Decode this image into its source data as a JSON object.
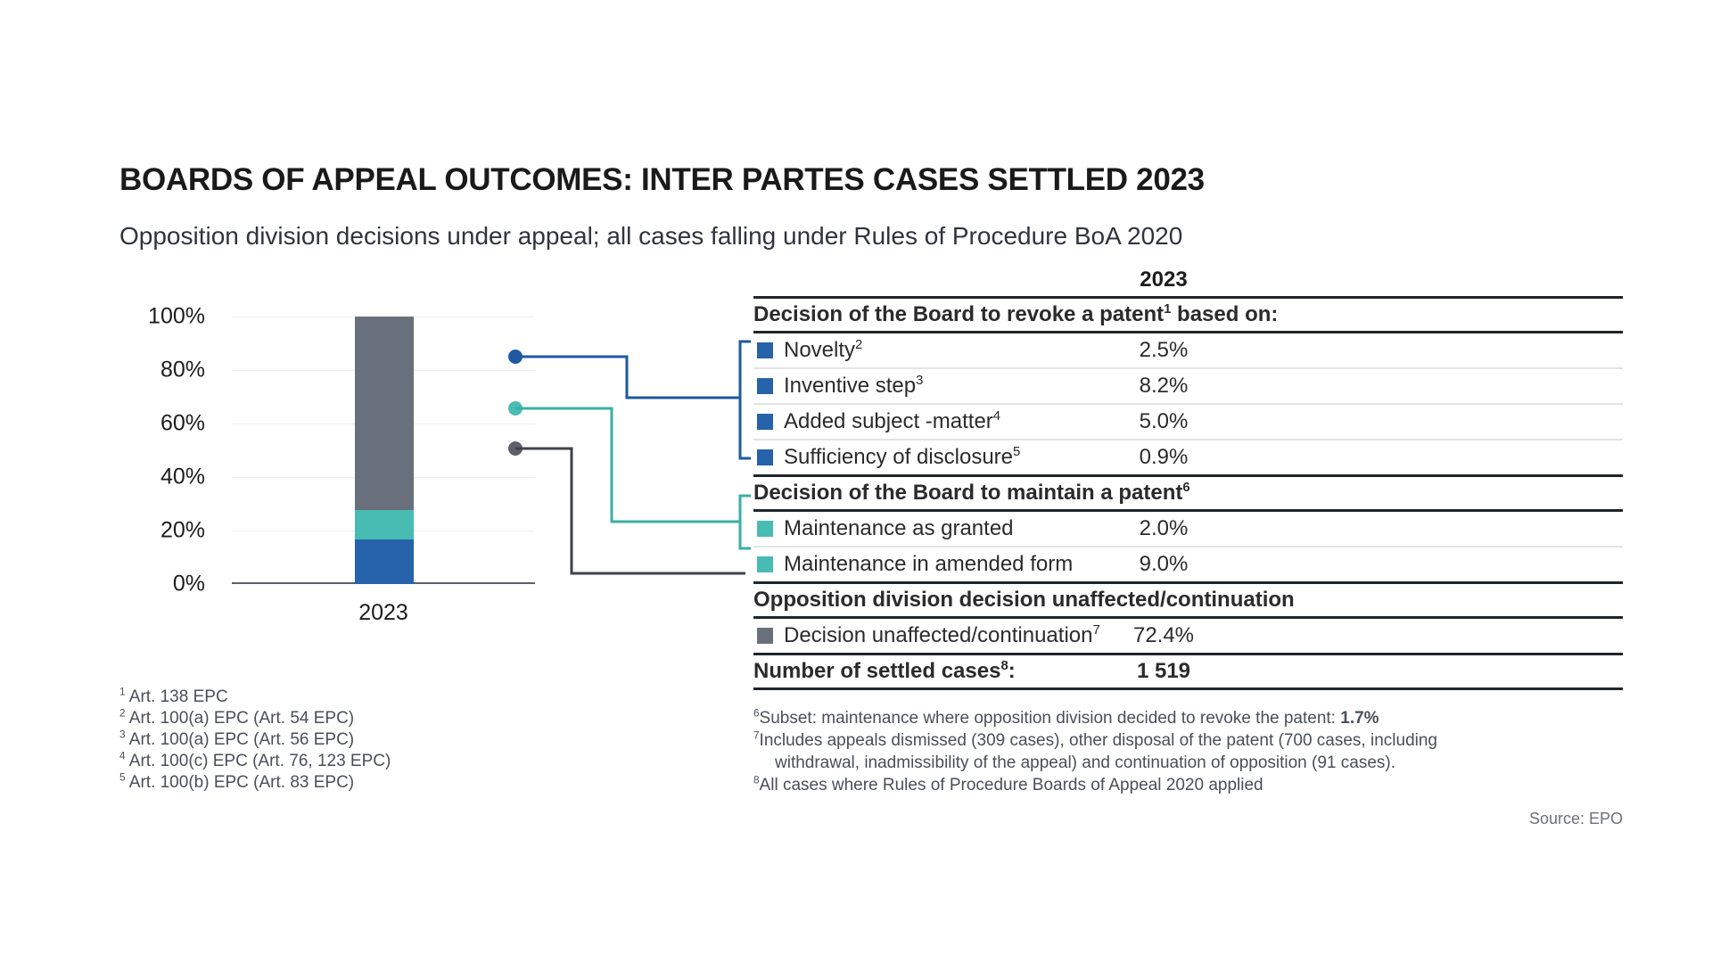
{
  "header": {
    "title": "BOARDS OF APPEAL OUTCOMES: INTER PARTES CASES SETTLED 2023",
    "subtitle": "Opposition division decisions under appeal; all cases falling under Rules of Procedure BoA 2020"
  },
  "colors": {
    "blue": "#2663ab",
    "teal": "#48bcb2",
    "gray": "#69707c",
    "rule_dark": "#20252b",
    "rule_light": "#e2e4e6",
    "grid": "#eceef0",
    "axis": "#5c6068"
  },
  "table": {
    "year_header": "2023",
    "sections": [
      {
        "heading": "Decision of the Board to revoke a patent¹ based on:",
        "heading_text": "Decision of the Board to revoke a patent",
        "heading_sup": "1",
        "heading_tail": " based on:",
        "rows": [
          {
            "label": "Novelty",
            "sup": "2",
            "value": "2.5%",
            "color_key": "blue"
          },
          {
            "label": "Inventive step",
            "sup": "3",
            "value": "8.2%",
            "color_key": "blue"
          },
          {
            "label": "Added subject -matter",
            "sup": "4",
            "value": "5.0%",
            "color_key": "blue"
          },
          {
            "label": "Sufficiency of disclosure",
            "sup": "5",
            "value": "0.9%",
            "color_key": "blue"
          }
        ]
      },
      {
        "heading_text": "Decision of the Board to maintain a patent",
        "heading_sup": "6",
        "heading_tail": "",
        "rows": [
          {
            "label": "Maintenance as granted",
            "sup": "",
            "value": "2.0%",
            "color_key": "teal"
          },
          {
            "label": "Maintenance in amended form",
            "sup": "",
            "value": "9.0%",
            "color_key": "teal"
          }
        ]
      },
      {
        "heading_text": "Opposition division decision unaffected/continuation",
        "heading_sup": "",
        "heading_tail": "",
        "rows": [
          {
            "label": "Decision unaffected/continuation",
            "sup": "7",
            "value": "72.4%",
            "color_key": "gray"
          }
        ]
      }
    ],
    "total": {
      "label": "Number of settled cases",
      "sup": "8",
      "label_tail": ":",
      "value": "1 519"
    }
  },
  "chart_data": {
    "type": "bar",
    "stacked": true,
    "title": "BOARDS OF APPEAL OUTCOMES: INTER PARTES CASES SETTLED 2023",
    "subtitle": "Opposition division decisions under appeal; all cases falling under Rules of Procedure BoA 2020",
    "categories": [
      "2023"
    ],
    "xlabel": "",
    "ylabel": "",
    "ylim": [
      0,
      100
    ],
    "ytick_labels": [
      "100%",
      "80%",
      "60%",
      "40%",
      "20%",
      "0%"
    ],
    "ytick_values": [
      100,
      80,
      60,
      40,
      20,
      0
    ],
    "grid": true,
    "legend": "table",
    "total_cases": 1519,
    "series": [
      {
        "name": "Decision unaffected/continuation",
        "values": [
          72.4
        ],
        "color": "#69707c",
        "group": "Opposition division decision unaffected/continuation"
      },
      {
        "name": "Maintenance in amended form",
        "values": [
          9.0
        ],
        "color": "#48bcb2",
        "group": "Decision of the Board to maintain a patent"
      },
      {
        "name": "Maintenance as granted",
        "values": [
          2.0
        ],
        "color": "#48bcb2",
        "group": "Decision of the Board to maintain a patent"
      },
      {
        "name": "Sufficiency of disclosure",
        "values": [
          0.9
        ],
        "color": "#2663ab",
        "group": "Decision of the Board to revoke a patent"
      },
      {
        "name": "Added subject -matter",
        "values": [
          5.0
        ],
        "color": "#2663ab",
        "group": "Decision of the Board to revoke a patent"
      },
      {
        "name": "Inventive step",
        "values": [
          8.2
        ],
        "color": "#2663ab",
        "group": "Decision of the Board to revoke a patent"
      },
      {
        "name": "Novelty",
        "values": [
          2.5
        ],
        "color": "#2663ab",
        "group": "Decision of the Board to revoke a patent"
      }
    ],
    "stack_groups": [
      {
        "name": "Decision of the Board to revoke a patent",
        "total": 16.6,
        "color": "#2663ab"
      },
      {
        "name": "Decision of the Board to maintain a patent",
        "total": 11.0,
        "color": "#48bcb2"
      },
      {
        "name": "Opposition division decision unaffected/continuation",
        "total": 72.4,
        "color": "#69707c"
      }
    ]
  },
  "footnotes_left": [
    {
      "sup": "1",
      "text": "Art. 138 EPC"
    },
    {
      "sup": "2",
      "text": "Art. 100(a) EPC (Art. 54 EPC)"
    },
    {
      "sup": "3",
      "text": "Art. 100(a) EPC (Art. 56 EPC)"
    },
    {
      "sup": "4",
      "text": "Art. 100(c) EPC (Art. 76, 123 EPC)"
    },
    {
      "sup": "5",
      "text": "Art. 100(b) EPC (Art. 83 EPC)"
    }
  ],
  "footnotes_right": {
    "f6_sup": "6",
    "f6_text": "Subset: maintenance where opposition division decided to revoke the patent: ",
    "f6_bold": "1.7%",
    "f7_sup": "7",
    "f7_line1": "Includes appeals dismissed (309 cases), other disposal of the patent (700 cases, including",
    "f7_line2": "withdrawal, inadmissibility of the appeal) and continuation of opposition (91 cases).",
    "f8_sup": "8",
    "f8_text": "All cases where Rules of Procedure Boards of Appeal 2020 applied"
  },
  "source": "Source: EPO"
}
